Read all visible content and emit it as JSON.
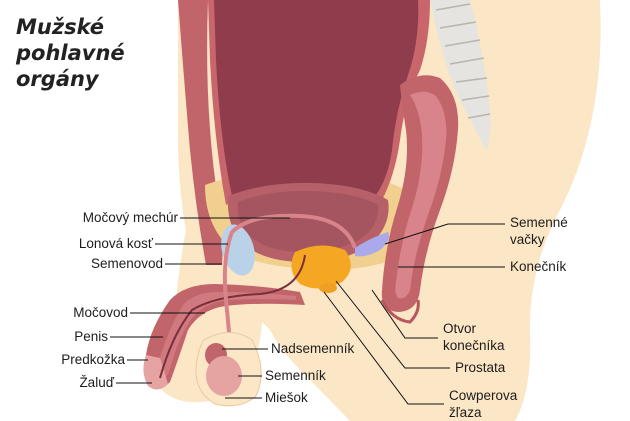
{
  "title": {
    "line1": "Mužské",
    "line2": "pohlavné",
    "line3": "orgány"
  },
  "labels": {
    "mocovy_mechur": "Močový mechúr",
    "lonova_kost": "Lonová kosť",
    "semenovod": "Semenovod",
    "mocovod": "Močovod",
    "penis": "Penis",
    "predkozka": "Predkožka",
    "zalud": "Žaluď",
    "nadsemennik": "Nadsemenník",
    "semennik": "Semenník",
    "miesok": "Miešok",
    "semenne_vacky_1": "Semenné",
    "semenne_vacky_2": "vačky",
    "konecnik": "Konečník",
    "otvor_1": "Otvor",
    "otvor_2": "konečníka",
    "prostata": "Prostata",
    "cowperova_1": "Cowperova",
    "cowperova_2": "žľaza"
  },
  "colors": {
    "skin": "#fbe6c6",
    "tissue_dark": "#bc5c61",
    "bladder": "#a45560",
    "prostate": "#f5a623",
    "bone": "#b9d2e8",
    "fat": "#f1d08f"
  }
}
